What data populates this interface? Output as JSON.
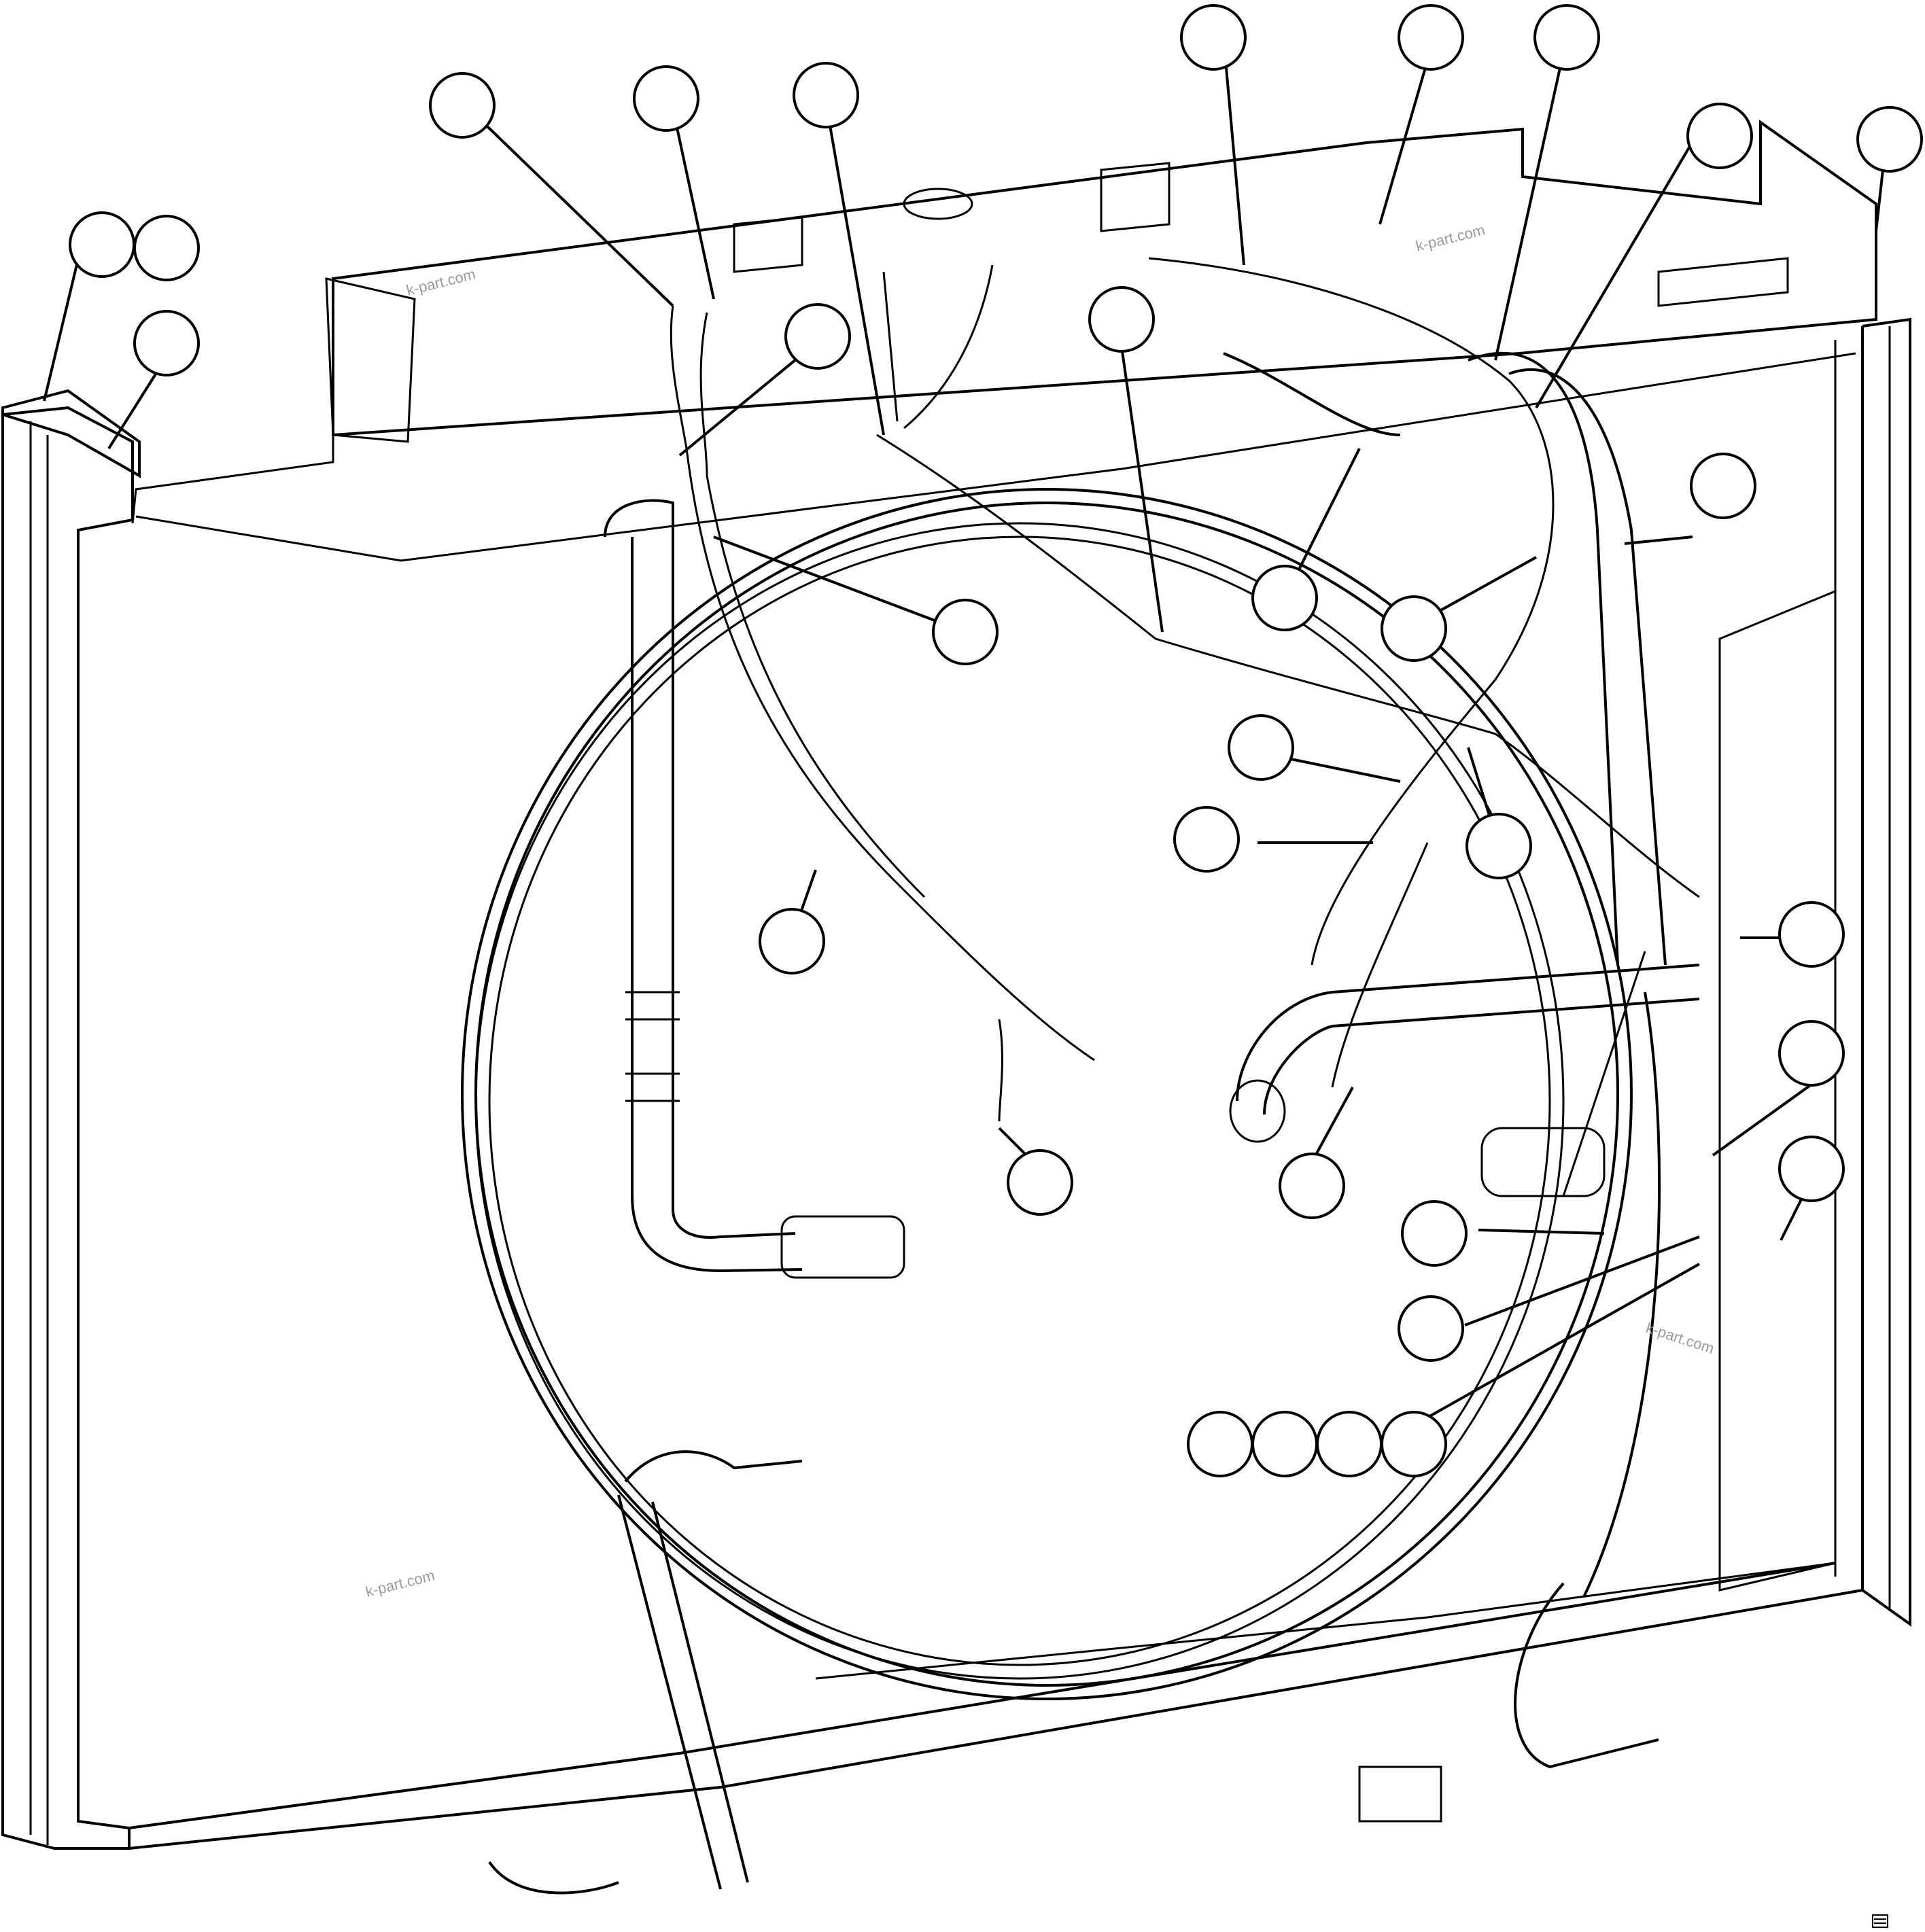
{
  "diagram": {
    "watermarks": [
      "k-part.com",
      "k-part.com",
      "k-part.com",
      "k-part.com"
    ],
    "corner_mark": "",
    "callout_labels": []
  },
  "colors": {
    "line": "#000000",
    "background": "#ffffff",
    "watermark": "#9a9a9a"
  }
}
